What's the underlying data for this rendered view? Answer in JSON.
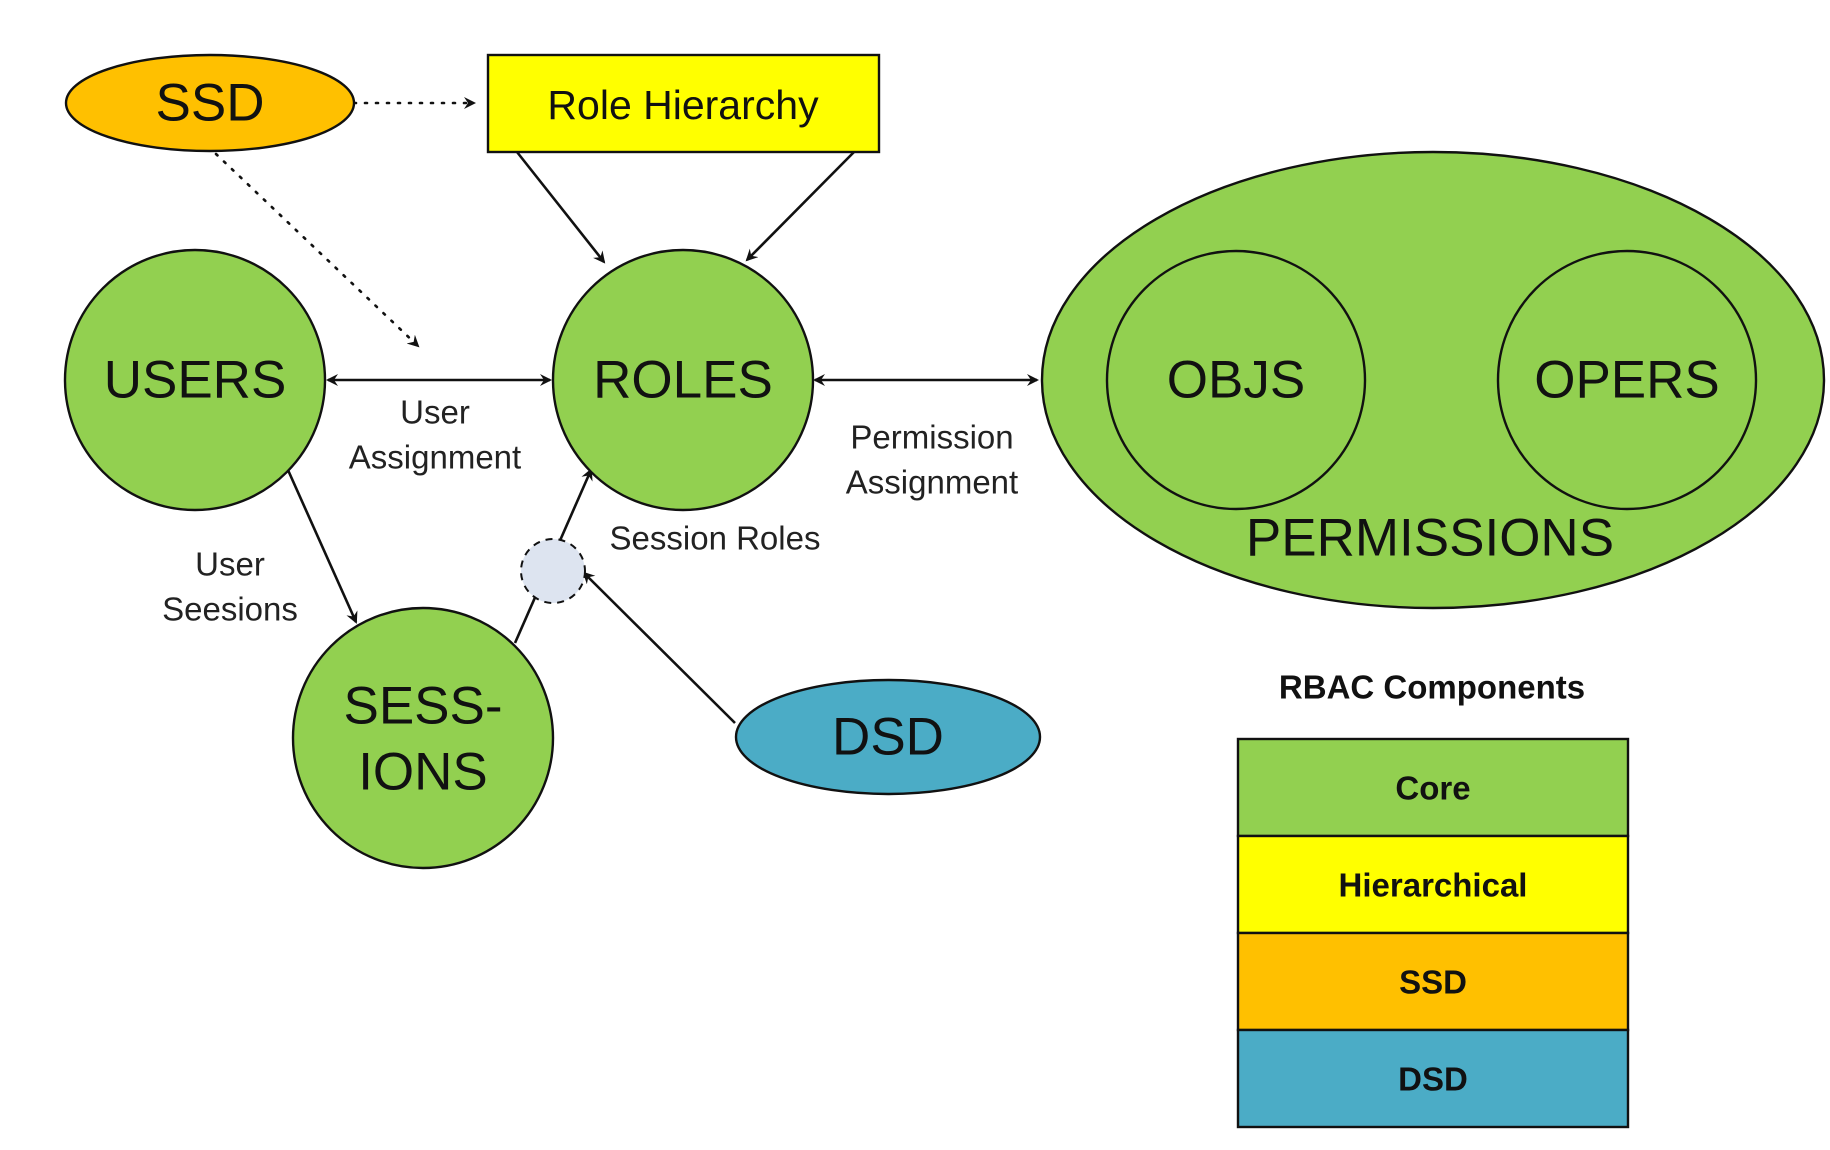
{
  "colors": {
    "core": "#92d050",
    "hierarchical": "#ffff00",
    "ssd": "#ffc000",
    "dsd": "#4bacc6",
    "session_roles_marker": "#dde4f0"
  },
  "nodes": {
    "ssd": "SSD",
    "role_hierarchy": "Role Hierarchy",
    "users": "USERS",
    "roles": "ROLES",
    "sessions_line1": "SESS-",
    "sessions_line2": "IONS",
    "dsd": "DSD",
    "objs": "OBJS",
    "opers": "OPERS",
    "permissions": "PERMISSIONS"
  },
  "edge_labels": {
    "user_assignment_line1": "User",
    "user_assignment_line2": "Assignment",
    "permission_assignment_line1": "Permission",
    "permission_assignment_line2": "Assignment",
    "user_sessions_line1": "User",
    "user_sessions_line2": "Seesions",
    "session_roles": "Session Roles"
  },
  "legend": {
    "title": "RBAC Components",
    "items": [
      {
        "label": "Core",
        "color": "#92d050"
      },
      {
        "label": "Hierarchical",
        "color": "#ffff00"
      },
      {
        "label": "SSD",
        "color": "#ffc000"
      },
      {
        "label": "DSD",
        "color": "#4bacc6"
      }
    ]
  }
}
